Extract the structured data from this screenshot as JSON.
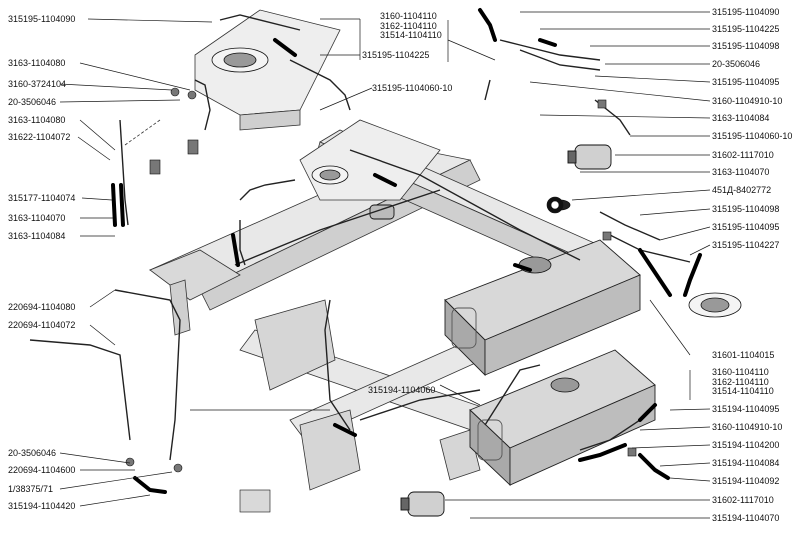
{
  "labels": {
    "l_315195_1104090_left": "315195-1104090",
    "l_3163_1104080_a": "3163-1104080",
    "l_3160_3724104": "3160-3724104",
    "l_20_3506046_a": "20-3506046",
    "l_3163_1104080_b": "3163-1104080",
    "l_31622_1104072": "31622-1104072",
    "l_315177_1104074": "315177-1104074",
    "l_3163_1104070_left": "3163-1104070",
    "l_3163_1104084_left": "3163-1104084",
    "l_220694_1104080": "220694-1104080",
    "l_220694_1104072": "220694-1104072",
    "l_20_3506046_b": "20-3506046",
    "l_220694_1104600": "220694-1104600",
    "l_1_38375_71": "1/38375/71",
    "l_315194_1104420": "315194-1104420",
    "l_315195_1104225_mid": "315195-1104225",
    "l_315195_1104060_10_mid": "315195-1104060-10",
    "l_315194_1104060": "315194-1104060",
    "r_315195_1104090": "315195-1104090",
    "r_315195_1104225": "315195-1104225",
    "r_315195_1104098_a": "315195-1104098",
    "r_20_3506046": "20-3506046",
    "r_315195_1104095_a": "315195-1104095",
    "r_3160_1104910_10_a": "3160-1104910-10",
    "r_3163_1104084": "3163-1104084",
    "r_315195_1104060_10": "315195-1104060-10",
    "r_31602_1117010_a": "31602-1117010",
    "r_3163_1104070": "3163-1104070",
    "r_451d_8402772": "451Д-8402772",
    "r_315195_1104098_b": "315195-1104098",
    "r_315195_1104095_b": "315195-1104095",
    "r_315195_1104227": "315195-1104227",
    "r_31601_1104015": "31601-1104015",
    "r_315194_1104095": "315194-1104095",
    "r_3160_1104910_10_b": "3160-1104910-10",
    "r_315194_1104200": "315194-1104200",
    "r_315194_1104084": "315194-1104084",
    "r_315194_1104092": "315194-1104092",
    "r_31602_1117010_b": "31602-1117010",
    "r_315194_1104070": "315194-1104070"
  },
  "stacks": {
    "top": [
      "3160-1104110",
      "3162-1104110",
      "31514-1104110"
    ],
    "bottom": [
      "3160-1104110",
      "3162-1104110",
      "31514-1104110"
    ]
  },
  "colors": {
    "line": "#1a1a1a",
    "hose": "#000000",
    "tank": "#bdbdbd",
    "frame": "#e6e6e6"
  }
}
